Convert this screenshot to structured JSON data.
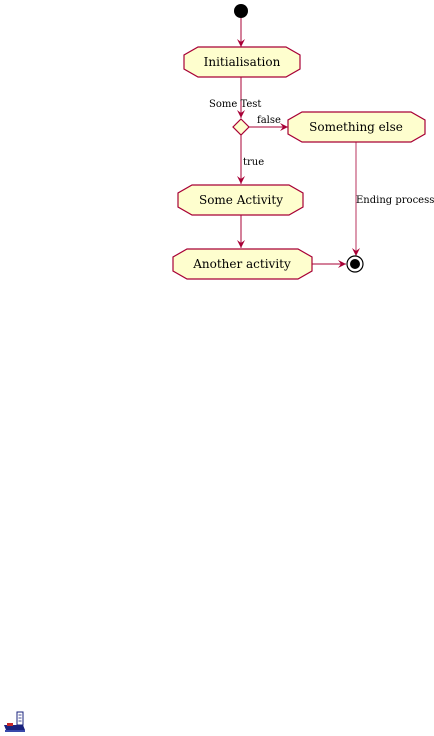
{
  "diagram": {
    "decision_label": "Some Test",
    "nodes": {
      "initialisation": "Initialisation",
      "something_else": "Something else",
      "some_activity": "Some Activity",
      "another_activity": "Another activity"
    },
    "edges": {
      "false_label": "false",
      "true_label": "true",
      "ending_process": "Ending process"
    }
  },
  "colors": {
    "node_fill": "#fefece",
    "node_stroke": "#a80036",
    "edge": "#a80036"
  }
}
